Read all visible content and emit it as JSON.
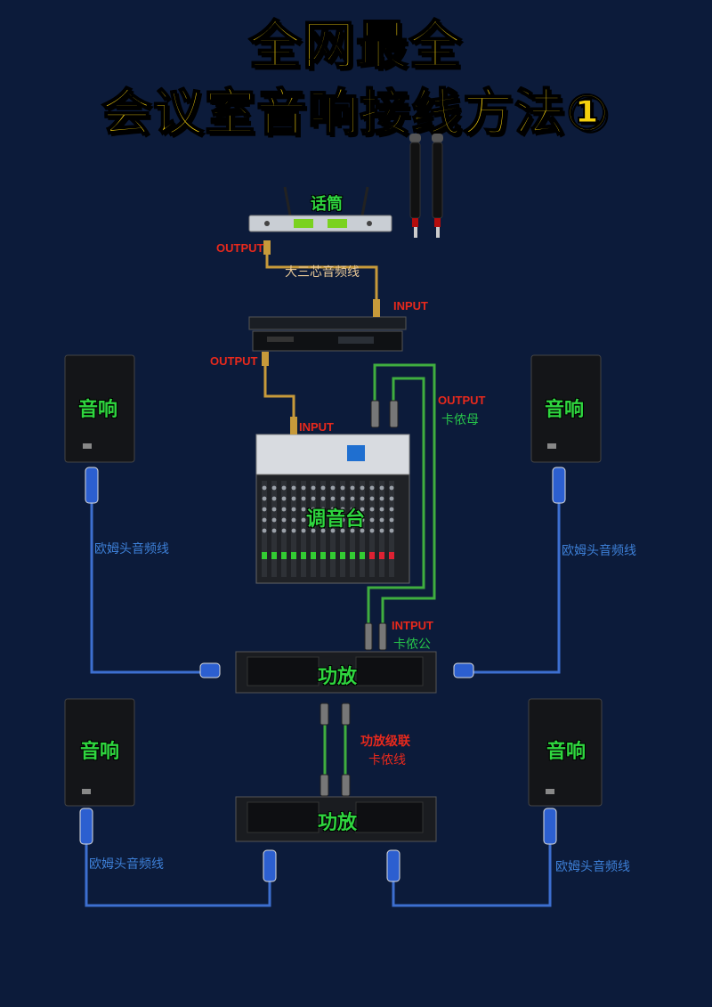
{
  "title": {
    "line1": "全网最全",
    "line2": "会议室音响接线方法①"
  },
  "devices": {
    "mic_receiver": "话筒",
    "mixer": "调音台",
    "amp_top": "功放",
    "amp_bottom": "功放",
    "speaker_top_left": "音响",
    "speaker_top_right": "音响",
    "speaker_bottom_left": "音响",
    "speaker_bottom_right": "音响"
  },
  "labels": {
    "output_mic": "OUTPUT",
    "cable_trs": "大三芯音频线",
    "input_processor": "INPUT",
    "output_processor": "OUTPUT",
    "input_mixer": "INPUT",
    "output_mixer": "OUTPUT",
    "xlr_female": "卡侬母",
    "intput_amp": "INTPUT",
    "xlr_male": "卡侬公",
    "amp_cascade": "功放级联",
    "xlr_cable": "卡侬线",
    "speakon_top_left": "欧姆头音频线",
    "speakon_top_right": "欧姆头音频线",
    "speakon_bottom_left": "欧姆头音频线",
    "speakon_bottom_right": "欧姆头音频线"
  },
  "colors": {
    "background": "#0c1b3a",
    "title": "#f5d10e",
    "port_label": "#e8291c",
    "xlr_cable": "#3fae3f",
    "speakon_cable": "#3d6fd0",
    "trs_cable": "#c79a3a"
  }
}
